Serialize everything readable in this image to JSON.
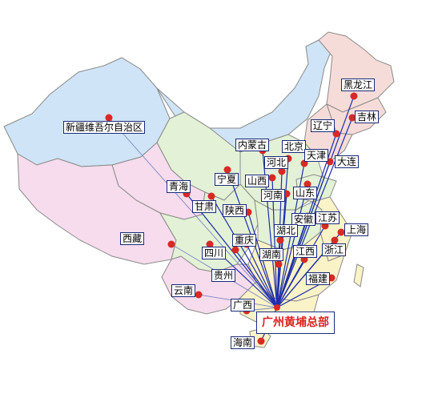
{
  "map": {
    "headquarters": "广州黄埔总部",
    "provinces": [
      {
        "id": "xinjiang",
        "name": "新疆维吾尔自治区"
      },
      {
        "id": "heilongjiang",
        "name": "黑龙江"
      },
      {
        "id": "jilin",
        "name": "吉林"
      },
      {
        "id": "liaoning",
        "name": "辽宁"
      },
      {
        "id": "dalian",
        "name": "大连"
      },
      {
        "id": "neimenggu",
        "name": "内蒙古"
      },
      {
        "id": "beijing",
        "name": "北京"
      },
      {
        "id": "tianjin",
        "name": "天津"
      },
      {
        "id": "hebei",
        "name": "河北"
      },
      {
        "id": "ningxia",
        "name": "宁夏"
      },
      {
        "id": "shanxi",
        "name": "山西"
      },
      {
        "id": "qinghai",
        "name": "青海"
      },
      {
        "id": "henan",
        "name": "河南"
      },
      {
        "id": "shandong",
        "name": "山东"
      },
      {
        "id": "gansu",
        "name": "甘肃"
      },
      {
        "id": "shaanxi",
        "name": "陕西"
      },
      {
        "id": "anhui",
        "name": "安徽"
      },
      {
        "id": "jiangsu",
        "name": "江苏"
      },
      {
        "id": "shanghai",
        "name": "上海"
      },
      {
        "id": "xizang",
        "name": "西藏"
      },
      {
        "id": "chongqing",
        "name": "重庆"
      },
      {
        "id": "hubei",
        "name": "湖北"
      },
      {
        "id": "zhejiang",
        "name": "浙江"
      },
      {
        "id": "sichuan",
        "name": "四川"
      },
      {
        "id": "hunan",
        "name": "湖南"
      },
      {
        "id": "jiangxi",
        "name": "江西"
      },
      {
        "id": "guizhou",
        "name": "贵州"
      },
      {
        "id": "fujian",
        "name": "福建"
      },
      {
        "id": "yunnan",
        "name": "云南"
      },
      {
        "id": "guangxi",
        "name": "广西"
      },
      {
        "id": "hainan",
        "name": "海南"
      }
    ]
  }
}
